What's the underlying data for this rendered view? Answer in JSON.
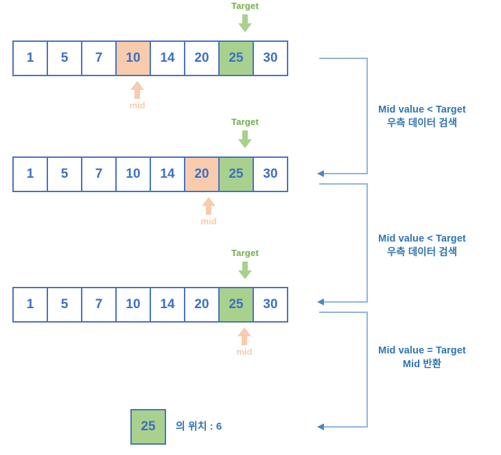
{
  "diagram": {
    "title_semantic": "binary-search-steps",
    "colors": {
      "cell_border": "#4472c4",
      "cell_text": "#3a6fc4",
      "mid_fill": "#f8cbad",
      "target_fill": "#a9d18e",
      "target_label": "#70ad47",
      "note_text": "#2e74b5",
      "connector": "#5b9bd5"
    },
    "array_values": [
      "1",
      "5",
      "7",
      "10",
      "14",
      "20",
      "25",
      "30"
    ],
    "labels": {
      "target": "Target",
      "mid": "mid"
    },
    "steps": [
      {
        "id": "step-1",
        "values": [
          "1",
          "5",
          "7",
          "10",
          "14",
          "20",
          "25",
          "30"
        ],
        "mid_index": 3,
        "target_index": 6,
        "target_label": "Target",
        "mid_label": "mid"
      },
      {
        "id": "step-2",
        "values": [
          "1",
          "5",
          "7",
          "10",
          "14",
          "20",
          "25",
          "30"
        ],
        "mid_index": 5,
        "target_index": 6,
        "target_label": "Target",
        "mid_label": "mid"
      },
      {
        "id": "step-3",
        "values": [
          "1",
          "5",
          "7",
          "10",
          "14",
          "20",
          "25",
          "30"
        ],
        "mid_index": 6,
        "target_index": 6,
        "target_label": "Target",
        "mid_label": "mid"
      }
    ],
    "notes": [
      {
        "line1": "Mid value < Target",
        "line2": "우측 데이터 검색"
      },
      {
        "line1": "Mid value < Target",
        "line2": "우측 데이터 검색"
      },
      {
        "line1": "Mid value = Target",
        "line2": "Mid 반환"
      }
    ],
    "result": {
      "value": "25",
      "text": "의 위치 : 6"
    }
  }
}
